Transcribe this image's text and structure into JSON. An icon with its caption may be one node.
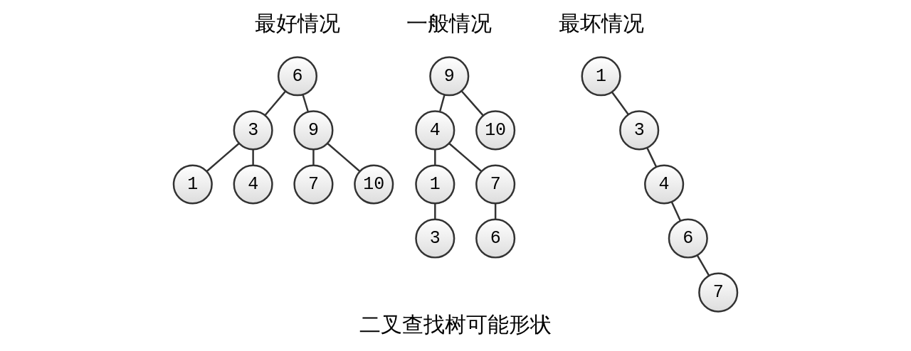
{
  "diagram": {
    "caption": "二叉查找树可能形状",
    "nodes": [
      {
        "text": [
          "6"
        ]
      },
      {
        "text": [
          "3"
        ]
      },
      {
        "text": [
          "9"
        ]
      },
      {
        "text": [
          "1"
        ]
      },
      {
        "text": [
          "4"
        ]
      },
      {
        "text": [
          "7"
        ]
      },
      {
        "text": [
          "10"
        ]
      },
      {
        "text": [
          "9"
        ]
      },
      {
        "text": [
          "4"
        ]
      },
      {
        "text": [
          "10"
        ]
      },
      {
        "text": [
          "1"
        ]
      },
      {
        "text": [
          "7"
        ]
      },
      {
        "text": [
          "3"
        ]
      },
      {
        "text": [
          "6"
        ]
      },
      {
        "text": [
          "1"
        ]
      },
      {
        "text": [
          "3"
        ]
      },
      {
        "text": [
          "4"
        ]
      },
      {
        "text": [
          "6"
        ]
      },
      {
        "text": [
          "7"
        ]
      }
    ],
    "edges": [
      {
        "from": 0,
        "to": 1,
        "arrow": "none"
      },
      {
        "from": 0,
        "to": 2,
        "arrow": "none"
      },
      {
        "from": 1,
        "to": 3,
        "arrow": "none"
      },
      {
        "from": 1,
        "to": 4,
        "arrow": "none"
      },
      {
        "from": 2,
        "to": 5,
        "arrow": "none"
      },
      {
        "from": 2,
        "to": 6,
        "arrow": "none"
      },
      {
        "from": 7,
        "to": 8,
        "arrow": "none"
      },
      {
        "from": 7,
        "to": 9,
        "arrow": "none"
      },
      {
        "from": 8,
        "to": 10,
        "arrow": "none"
      },
      {
        "from": 8,
        "to": 11,
        "arrow": "none"
      },
      {
        "from": 10,
        "to": 12,
        "arrow": "none"
      },
      {
        "from": 11,
        "to": 13,
        "arrow": "none"
      },
      {
        "from": 14,
        "to": 15,
        "arrow": "none"
      },
      {
        "from": 15,
        "to": 16,
        "arrow": "none"
      },
      {
        "from": 16,
        "to": 17,
        "arrow": "none"
      },
      {
        "from": 17,
        "to": 18,
        "arrow": "none"
      }
    ],
    "labels": [
      "最好情况",
      "一般情况",
      "最坏情况"
    ]
  }
}
